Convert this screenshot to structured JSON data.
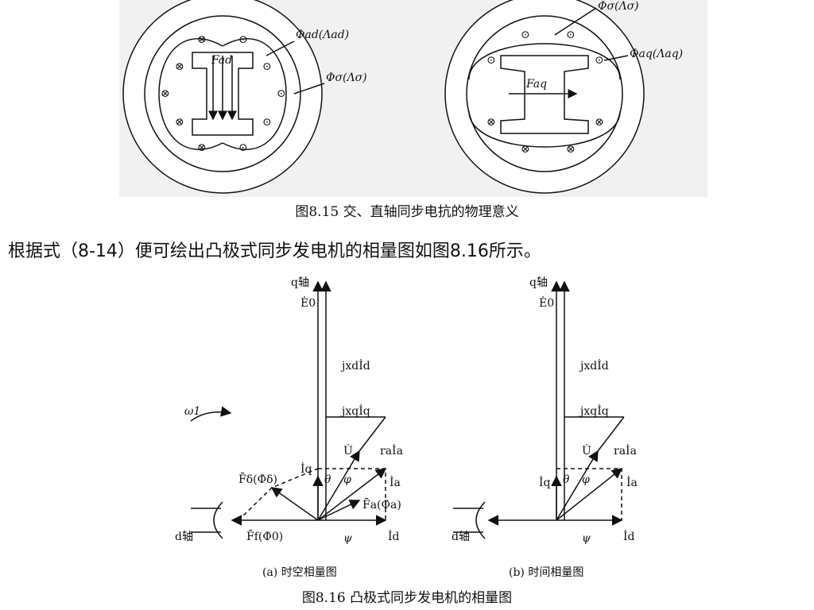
{
  "figure1": {
    "caption": "图8.15  交、直轴同步电抗的物理意义",
    "left_labels": {
      "phi_ad": "Φad(Λad)",
      "F_ad": "Fad",
      "phi_sigma": "Φσ(Λσ)"
    },
    "right_labels": {
      "phi_sigma": "Φσ(Λσ)",
      "phi_aq": "Φaq(Λaq)",
      "F_aq": "Faq"
    }
  },
  "body_text": "根据式（8-14）便可绘出凸极式同步发电机的相量图如图8.16所示。",
  "figure2": {
    "caption": "图8.16  凸极式同步发电机的相量图",
    "panel_a": {
      "caption": "(a) 时空相量图",
      "q_axis": "q轴",
      "d_axis": "d轴",
      "E0": "Ė0",
      "jxdId": "jxdİd",
      "jxqIq": "jxqİq",
      "raIa": "raİa",
      "U": "U̇",
      "Iq": "İq",
      "Ia": "İa",
      "Id": "İd",
      "theta": "θ",
      "phi": "φ",
      "psi": "ψ",
      "omega": "ω1",
      "F_delta": "F̄δ(Φ̇δ)",
      "F_a": "F̄a(Φ̇a)",
      "F_f": "F̄f(Φ̇0)"
    },
    "panel_b": {
      "caption": "(b) 时间相量图",
      "q_axis": "q轴",
      "d_axis": "d轴",
      "E0": "Ė0",
      "jxdId": "jxdİd",
      "jxqIq": "jxqİq",
      "raIa": "raİa",
      "U": "U̇",
      "Iq": "İq",
      "Ia": "İa",
      "Id": "İd",
      "theta": "θ",
      "phi": "φ",
      "psi": "ψ"
    }
  }
}
